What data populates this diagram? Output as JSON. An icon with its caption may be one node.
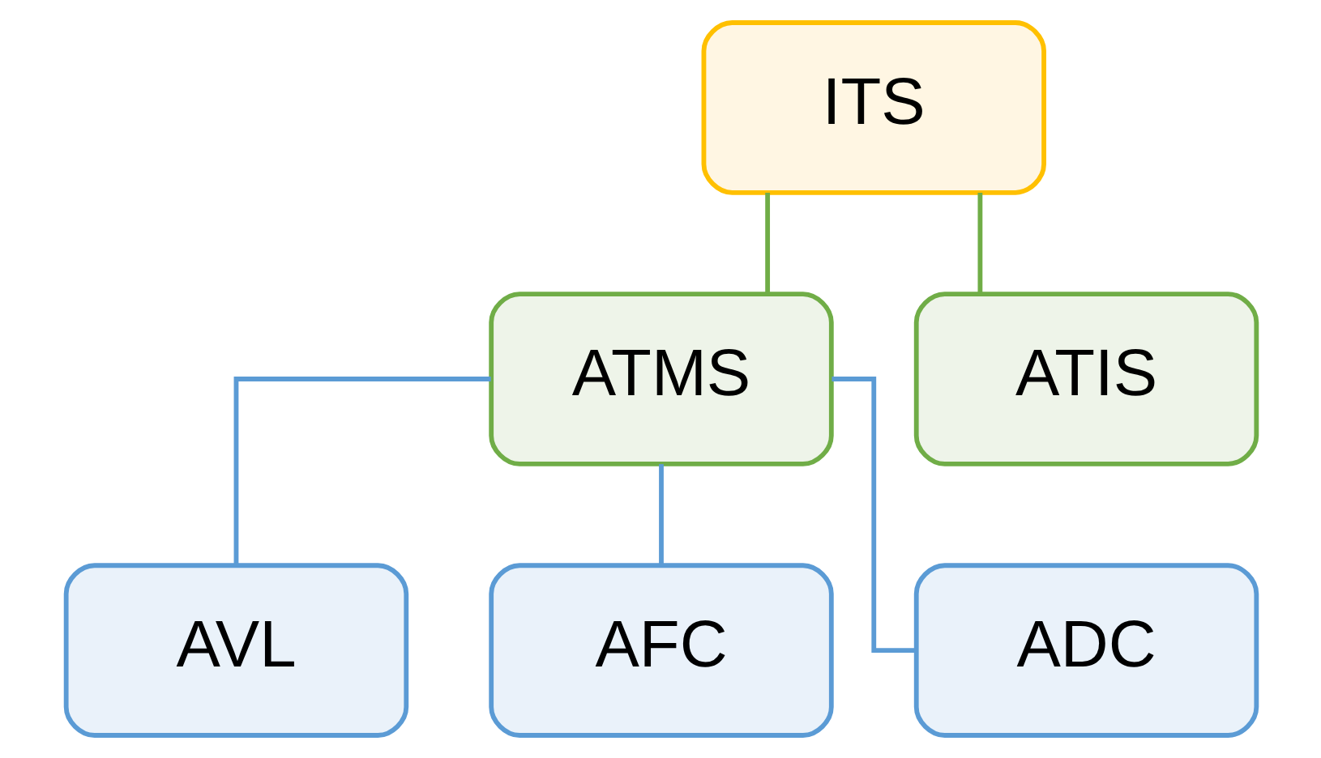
{
  "diagram": {
    "nodes": [
      {
        "text": [
          "ITS"
        ]
      },
      {
        "text": [
          "ATMS"
        ]
      },
      {
        "text": [
          "ATIS"
        ]
      },
      {
        "text": [
          "AVL"
        ]
      },
      {
        "text": [
          "AFC"
        ]
      },
      {
        "text": [
          "ADC"
        ]
      }
    ],
    "edges": [
      {
        "from": 0,
        "to": 1,
        "arrow": "none",
        "color": "#70ad47"
      },
      {
        "from": 0,
        "to": 2,
        "arrow": "none",
        "color": "#70ad47"
      },
      {
        "from": 1,
        "to": 3,
        "arrow": "none"
      },
      {
        "from": 1,
        "to": 4,
        "arrow": "none"
      },
      {
        "from": 1,
        "to": 5,
        "arrow": "none"
      }
    ]
  }
}
